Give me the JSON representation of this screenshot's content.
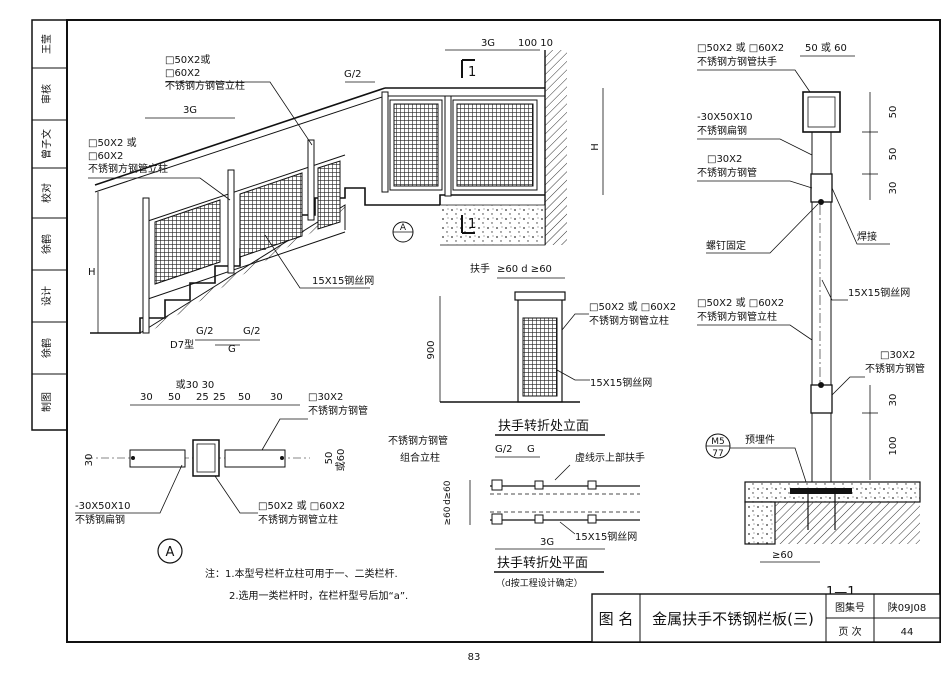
{
  "sign_column": [
    "王莹",
    "审核",
    "曾子文",
    "校对",
    "徐鹤",
    "设计",
    "徐鹤",
    "制图"
  ],
  "page_number": "83",
  "title_block": {
    "label": "图 名",
    "title": "金属扶手不锈钢栏板(三)",
    "atlas_label": "图集号",
    "atlas_value": "陕09J08",
    "page_label": "页 次",
    "page_value": "44"
  },
  "stair_view": {
    "post_note": [
      "□50X2或",
      "□60X2",
      "不锈钢方钢管立柱"
    ],
    "left_post_note": [
      "□50X2 或",
      "□60X2",
      "不锈钢方钢管立柱"
    ],
    "dim_3g_left": "3G",
    "dim_3g_top": "3G",
    "dim_g2_top": "G/2",
    "dim_100_10": "100 10",
    "dim_h_left": "H",
    "dim_h_right": "H",
    "mesh_label": "15X15钢丝网",
    "type_label": "D7型",
    "bottom_g2_a": "G/2",
    "bottom_g2_b": "G/2",
    "bottom_g": "G",
    "section_mark": "1",
    "section_mark_b": "1",
    "detail_a_symbol": "A"
  },
  "detail_a": {
    "dims_top": [
      "或30 30",
      "30",
      "50",
      "25",
      "25",
      "50",
      "30"
    ],
    "tube_30": "□30X2",
    "tube_30_name": "不锈钢方钢管",
    "flat_bar": "-30X50X10",
    "flat_bar_name": "不锈钢扁钢",
    "post": "□50X2 或 □60X2",
    "post_name": "不锈钢方钢管立柱",
    "dim_left": "30",
    "dim_right": "50",
    "dim_right_b": "或60",
    "symbol": "A"
  },
  "notes": [
    "注：1.本型号栏杆立柱可用于一、二类栏杆.",
    "2.选用一类栏杆时，在栏杆型号后加“a”."
  ],
  "elevation": {
    "handrail": "扶手",
    "dim_top": "≥60  d ≥60",
    "post": "□50X2 或 □60X2",
    "post_name": "不锈钢方钢管立柱",
    "mesh": "15X15钢丝网",
    "dim_900": "900",
    "title": "扶手转折处立面"
  },
  "plan": {
    "post": "不锈钢方钢管",
    "post_name": "组合立柱",
    "dim_g2": "G/2",
    "dim_g": "G",
    "dashed": "虚线示上部扶手",
    "dim_left_a": "≥60",
    "dim_left_b": "d",
    "dim_left_c": "≥60",
    "mesh": "15X15钢丝网",
    "dim_3g": "3G",
    "title": "扶手转折处平面",
    "subtitle": "（d按工程设计确定）"
  },
  "section": {
    "top_tube": "□50X2 或 □60X2",
    "top_tube_name": "不锈钢方钢管扶手",
    "dim_top": "50 或 60",
    "flat_bar": "-30X50X10",
    "flat_bar_name": "不锈钢扁钢",
    "tube_30": "□30X2",
    "tube_30_name": "不锈钢方钢管",
    "weld": "焊接",
    "bolt": "螺钉固定",
    "mesh": "15X15钢丝网",
    "post": "□50X2 或 □60X2",
    "post_name": "不锈钢方钢管立柱",
    "tube_30b": "□30X2",
    "tube_30b_name": "不锈钢方钢管",
    "embed": "预埋件",
    "mortar": "M5",
    "mortar_b": "77",
    "dims_right": [
      "50",
      "50",
      "30",
      "30",
      "100"
    ],
    "dim_bottom": "≥60",
    "title": "1—1"
  }
}
